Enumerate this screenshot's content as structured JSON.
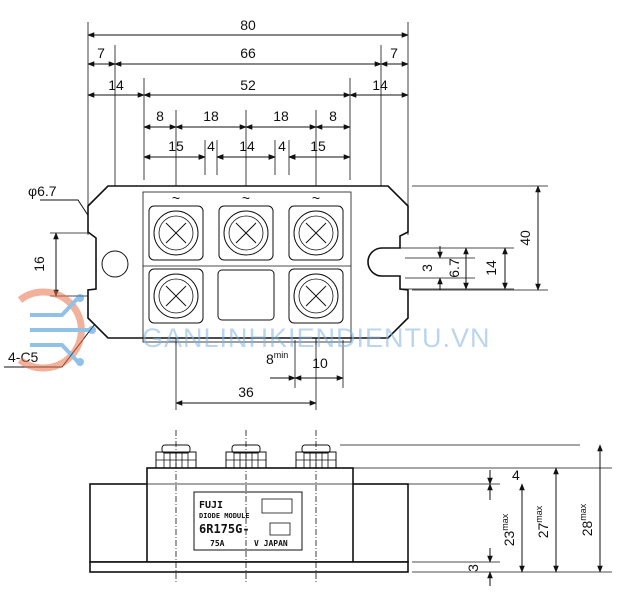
{
  "top_view": {
    "dims": {
      "overall_length": "80",
      "end_margin_left": "7",
      "hole_pitch": "66",
      "end_margin_right": "7",
      "edge_to_terminal_left": "14",
      "terminal_span": "52",
      "edge_to_terminal_right": "14",
      "screw_offset_left": "8",
      "pitch_left": "18",
      "pitch_right": "18",
      "screw_offset_right": "8",
      "terminal_width_left": "15",
      "gap_left": "4",
      "terminal_width_center": "14",
      "gap_right": "4",
      "terminal_width_right": "15",
      "hole_diameter": "φ6.7",
      "hole_offset": "16",
      "chamfer": "4-C5",
      "spacing_min_value": "8",
      "spacing_min_unit": "min",
      "terminal_pitch_bottom": "10",
      "bottom_span": "36",
      "slot_width": "3",
      "slot_height": "6.7",
      "slot_pitch": "14",
      "overall_width": "40"
    },
    "terminal_symbols": [
      "~",
      "~",
      "~"
    ]
  },
  "side_view": {
    "dims": {
      "top_step": "4",
      "height_body": "23",
      "height_terminal": "27",
      "height_total": "28",
      "height_superscript": "max",
      "base_thickness": "3"
    },
    "label": {
      "brand": "FUJI",
      "subtitle": "DIODE MODULE",
      "part_number": "6R175G-",
      "rating": "75A",
      "origin": "V JAPAN"
    }
  },
  "watermark": "GANLINHKIENDIENTU.VN",
  "colors": {
    "line": "#111111",
    "watermark": "#7fb4e0",
    "logo_orange": "#e8734a",
    "logo_blue": "#3a8fd4"
  }
}
